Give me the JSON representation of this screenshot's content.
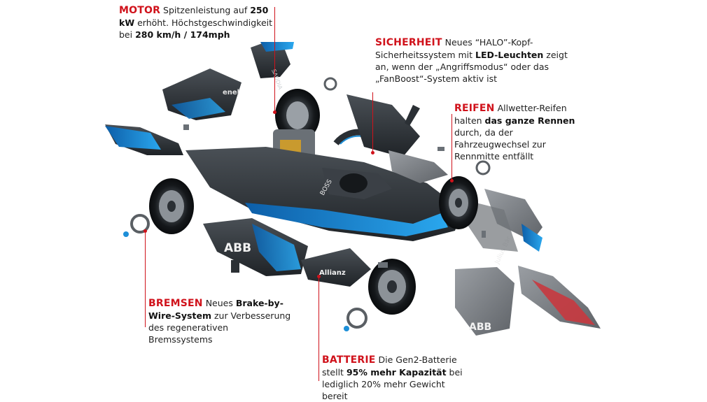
{
  "callouts": {
    "motor": {
      "head": "MOTOR",
      "t1": " Spitzenleistung auf ",
      "b1": "250 kW",
      "t2": " erhöht. Höchstgeschwindigkeit bei ",
      "b2": "280 km/h / 174mph"
    },
    "sicherheit": {
      "head": "SICHERHEIT",
      "t1": " Neues “HALO”-Kopf-Sicherheitssystem mit ",
      "b1": "LED-Leuchten",
      "t2": " zeigt an, wenn der „Angriffsmodus“ oder das „FanBoost“-System aktiv ist"
    },
    "reifen": {
      "head": "REIFEN",
      "t1": " Allwetter-Reifen halten ",
      "b1": "das ganze Rennen",
      "t2": " durch, da der Fahrzeugwechsel zur Rennmitte entfällt"
    },
    "bremsen": {
      "head": "BREMSEN",
      "t1": " Neues ",
      "b1": "Brake-by-Wire-System",
      "t2": " zur Verbesserung des regenerativen Bremssystems"
    },
    "batterie": {
      "head": "BATTERIE",
      "t1": " Die Gen2-Batterie stellt ",
      "b1": "95% mehr Kapazität",
      "t2": " bei lediglich 20% mehr Gewicht bereit"
    }
  },
  "decals": {
    "abb_side": "ABB",
    "abb_nose": "ABB",
    "allianz": "Allianz",
    "boss": "BOSS",
    "enel": "enel",
    "saudia": "SAUDIA",
    "julius": "Julius Bär"
  },
  "colors": {
    "accent_red": "#d0121b",
    "body_dark": "#2b3035",
    "body_mid": "#5d6268",
    "body_light": "#8a8e93",
    "livery_blue": "#1d8fd8"
  }
}
